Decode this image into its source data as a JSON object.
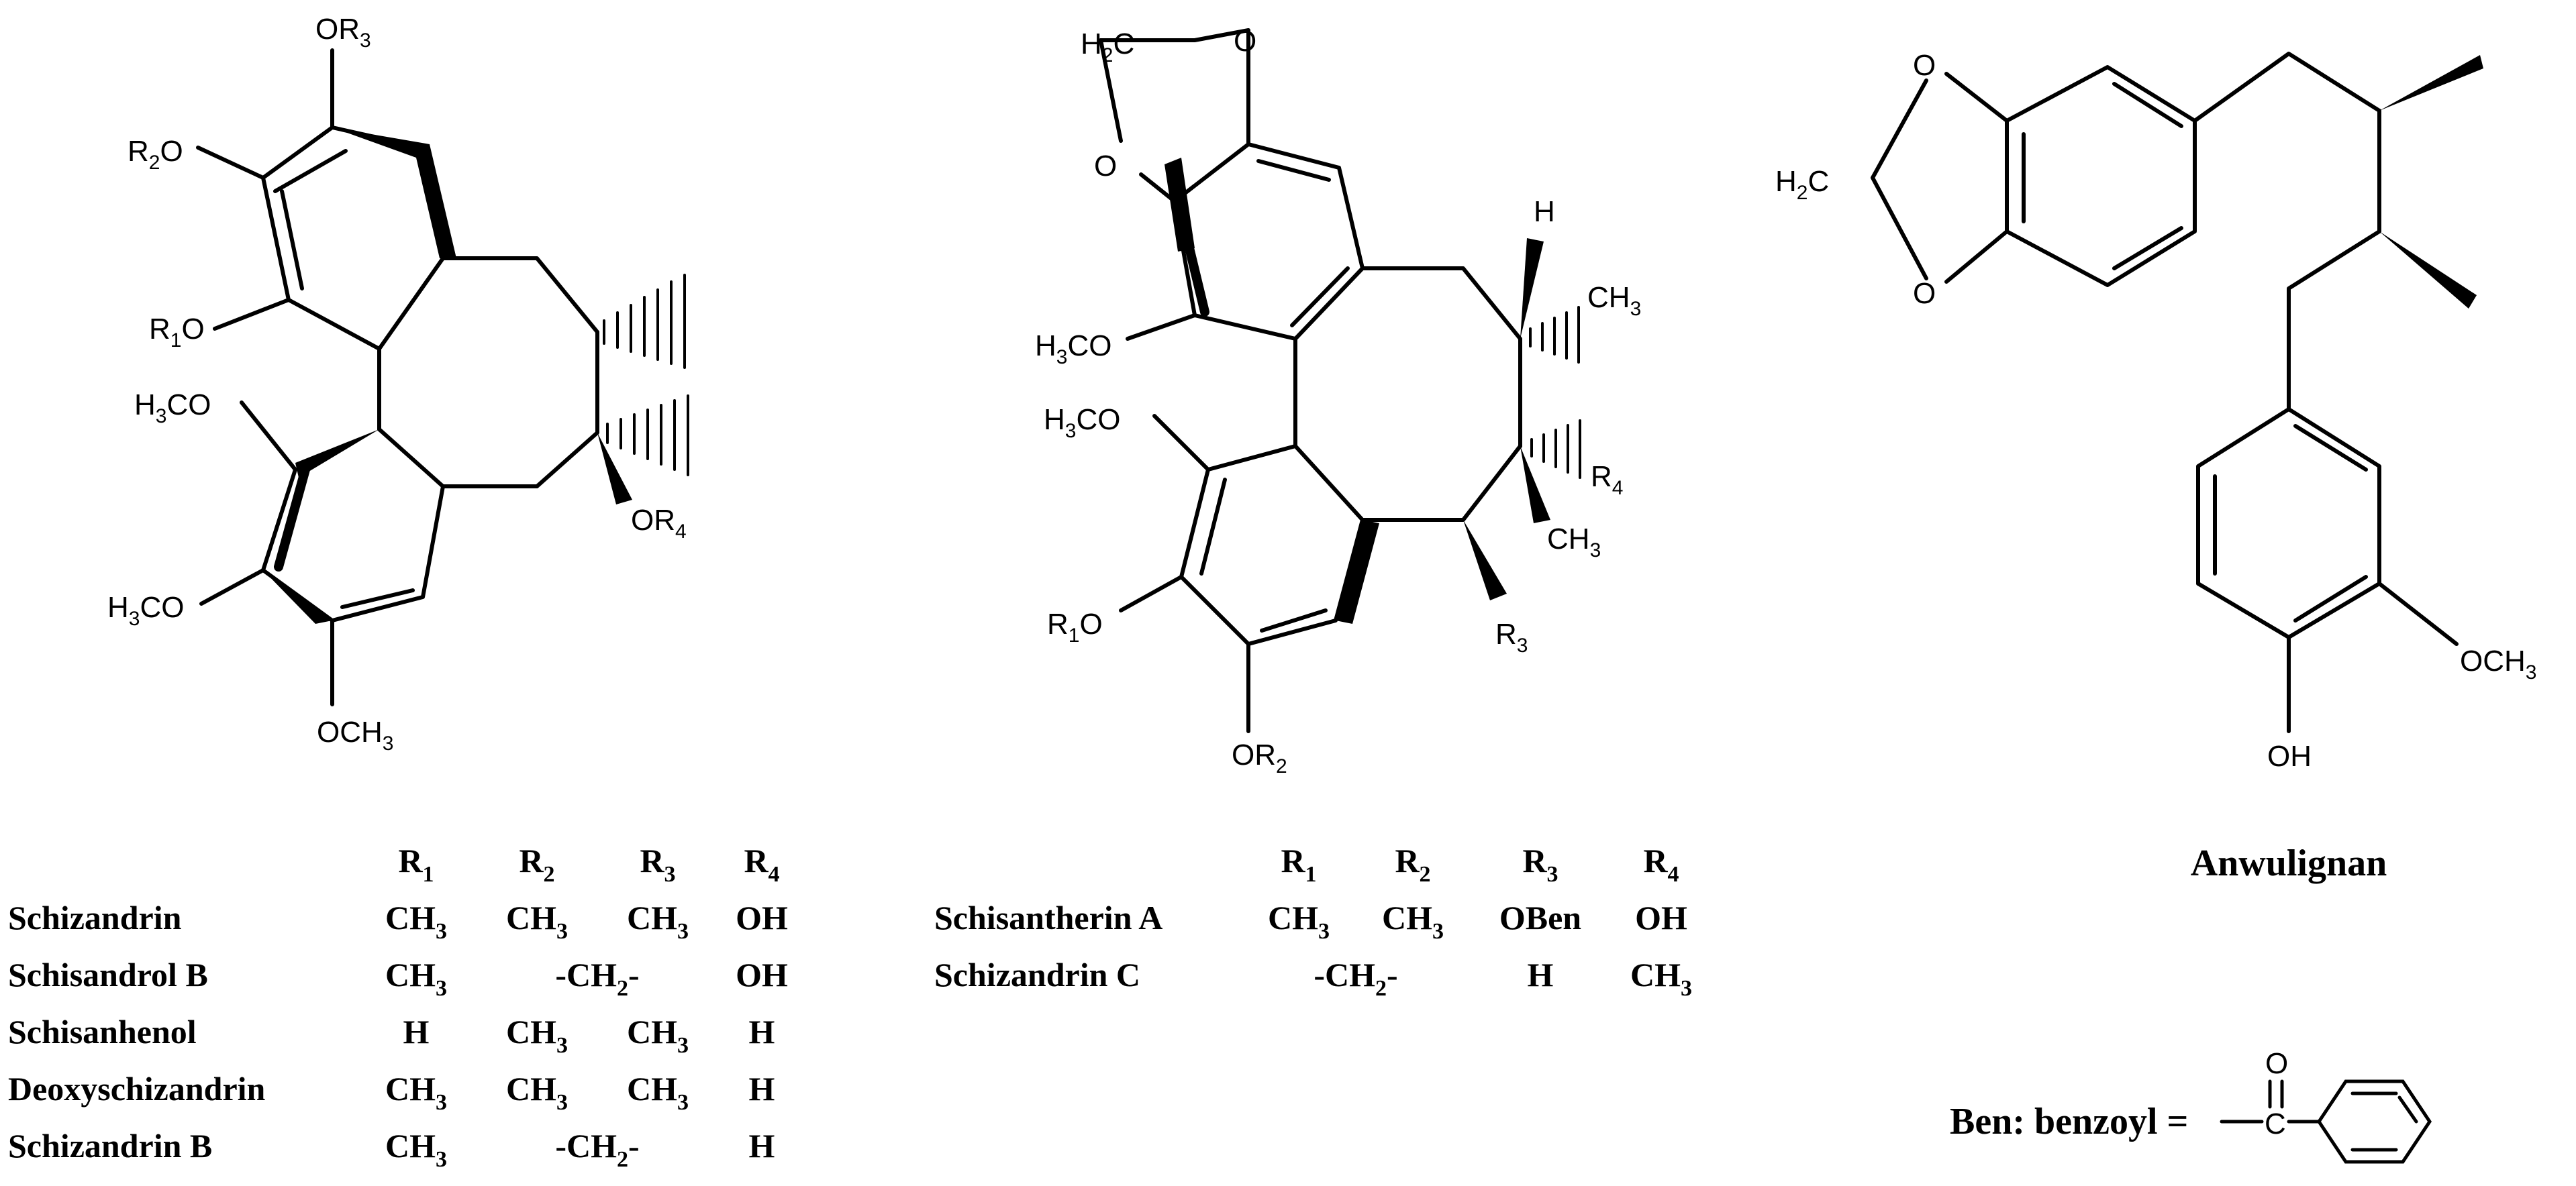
{
  "structures": {
    "schizandrin_type": {
      "subs": {
        "or3": [
          "OR",
          "3"
        ],
        "r2o": [
          "R",
          "2",
          "O"
        ],
        "r1o": [
          "R",
          "1",
          "O"
        ],
        "h3co_a": [
          "H",
          "3",
          "CO"
        ],
        "h3co_b": [
          "H",
          "3",
          "CO"
        ],
        "och3": [
          "OCH",
          "3"
        ],
        "or4": [
          "OR",
          "4"
        ]
      }
    },
    "schisantherin_type": {
      "subs": {
        "h2c": [
          "H",
          "2",
          "C"
        ],
        "o_top": "O",
        "o_left": "O",
        "h3co_a": [
          "H",
          "3",
          "CO"
        ],
        "h3co_b": [
          "H",
          "3",
          "CO"
        ],
        "r1o": [
          "R",
          "1",
          "O"
        ],
        "or2": [
          "OR",
          "2"
        ],
        "h": "H",
        "ch3_a": [
          "CH",
          "3"
        ],
        "r4": [
          "R",
          "4"
        ],
        "ch3_b": [
          "CH",
          "3"
        ],
        "r3": [
          "R",
          "3"
        ]
      }
    },
    "anwulignan": {
      "subs": {
        "o_top": "O",
        "o_bottom": "O",
        "h2c": [
          "H",
          "2",
          "C"
        ],
        "och3": [
          "OCH",
          "3"
        ],
        "oh": "OH"
      },
      "caption": "Anwulignan"
    },
    "benzoyl": {
      "label": "Ben: benzoyl =",
      "o": "O",
      "c": "C"
    }
  },
  "table_1": {
    "headers": [
      [
        "R",
        "1"
      ],
      [
        "R",
        "2"
      ],
      [
        "R",
        "3"
      ],
      [
        "R",
        "4"
      ]
    ],
    "rows": [
      {
        "name": "Schizandrin",
        "cells": [
          [
            "CH",
            "3",
            ""
          ],
          [
            "CH",
            "3",
            ""
          ],
          [
            "CH",
            "3",
            ""
          ],
          [
            "OH",
            "",
            ""
          ]
        ]
      },
      {
        "name": "Schisandrol B",
        "cells": [
          [
            "CH",
            "3",
            ""
          ],
          [
            "-CH",
            "2",
            "-"
          ],
          [
            "",
            "",
            ""
          ],
          [
            "OH",
            "",
            ""
          ]
        ]
      },
      {
        "name": "Schisanhenol",
        "cells": [
          [
            "H",
            "",
            ""
          ],
          [
            "CH",
            "3",
            ""
          ],
          [
            "CH",
            "3",
            ""
          ],
          [
            "H",
            "",
            ""
          ]
        ]
      },
      {
        "name": "Deoxyschizandrin",
        "cells": [
          [
            "CH",
            "3",
            ""
          ],
          [
            "CH",
            "3",
            ""
          ],
          [
            "CH",
            "3",
            ""
          ],
          [
            "H",
            "",
            ""
          ]
        ]
      },
      {
        "name": "Schizandrin B",
        "cells": [
          [
            "CH",
            "3",
            ""
          ],
          [
            "-CH",
            "2",
            "-"
          ],
          [
            "",
            "",
            ""
          ],
          [
            "H",
            "",
            ""
          ]
        ]
      }
    ]
  },
  "table_2": {
    "headers": [
      [
        "R",
        "1"
      ],
      [
        "R",
        "2"
      ],
      [
        "R",
        "3"
      ],
      [
        "R",
        "4"
      ]
    ],
    "rows": [
      {
        "name": "Schisantherin A",
        "cells": [
          [
            "CH",
            "3",
            ""
          ],
          [
            "CH",
            "3",
            ""
          ],
          [
            "OBen",
            "",
            ""
          ],
          [
            "OH",
            "",
            ""
          ]
        ]
      },
      {
        "name": "Schizandrin C",
        "cells": [
          [
            "-CH",
            "2",
            "-"
          ],
          [
            "",
            "",
            ""
          ],
          [
            "H",
            "",
            ""
          ],
          [
            "CH",
            "3",
            ""
          ]
        ]
      }
    ]
  }
}
